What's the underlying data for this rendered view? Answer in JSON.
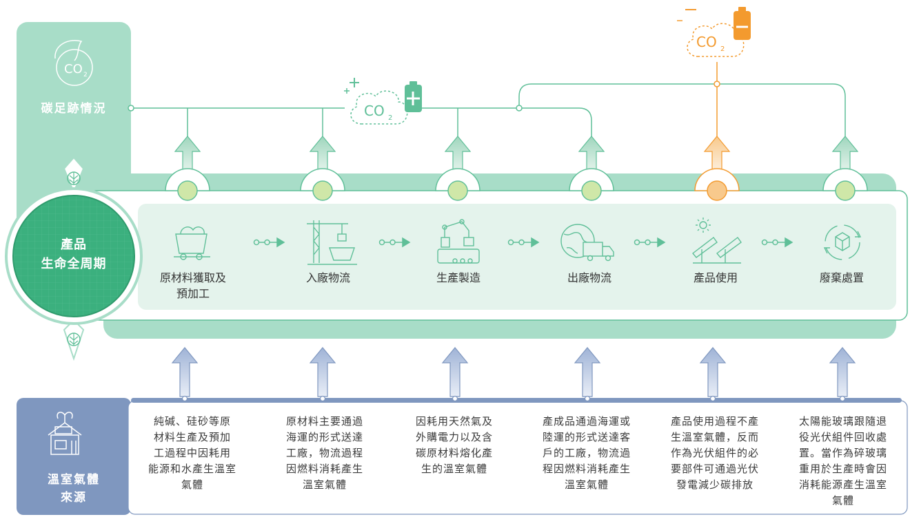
{
  "colors": {
    "green": "#5fbf98",
    "green_light": "#a8ddc8",
    "green_pale": "#e4f3ec",
    "orange": "#f39a2e",
    "blue": "#7f97bf",
    "blue_light": "#b7c6e0"
  },
  "carbon": {
    "label": "碳足跡情況",
    "icon": "co2-leaf-icon",
    "badge_plus": "CO",
    "badge_minus": "CO"
  },
  "lifecycle": {
    "label_line1": "產品",
    "label_line2": "生命全周期",
    "stages": [
      {
        "label": "原材料獲取及\n預加工",
        "icon": "ore-cart-icon"
      },
      {
        "label": "入廠物流",
        "icon": "port-crane-icon"
      },
      {
        "label": "生產製造",
        "icon": "robot-arm-icon"
      },
      {
        "label": "出廠物流",
        "icon": "globe-truck-icon"
      },
      {
        "label": "產品使用",
        "icon": "solar-panel-icon"
      },
      {
        "label": "廢棄處置",
        "icon": "recycle-icon"
      }
    ]
  },
  "sources": {
    "label_line1": "溫室氣體",
    "label_line2": "來源",
    "items": [
      "純碱、硅砂等原\n材料生產及預加\n工過程中因耗用\n能源和水產生溫室\n氣體",
      "原材料主要通過\n海運的形式送達\n工廠，物流過程\n因燃料消耗產生\n溫室氣體",
      "因耗用天然氣及\n外購電力以及含\n碳原材料熔化產\n生的溫室氣體",
      "產成品通過海運或\n陸運的形式送達客\n戶的工廠，物流過\n程因燃料消耗產生\n溫室氣體",
      "產品使用過程不產\n生溫室氣體，反而\n作為光伏組件的必\n要部件可通過光伏\n發電減少碳排放",
      "太陽能玻璃跟隨退\n役光伏組件回收處\n置。當作為碎玻璃\n重用於生產時會因\n消耗能源產生溫室\n氣體"
    ]
  }
}
